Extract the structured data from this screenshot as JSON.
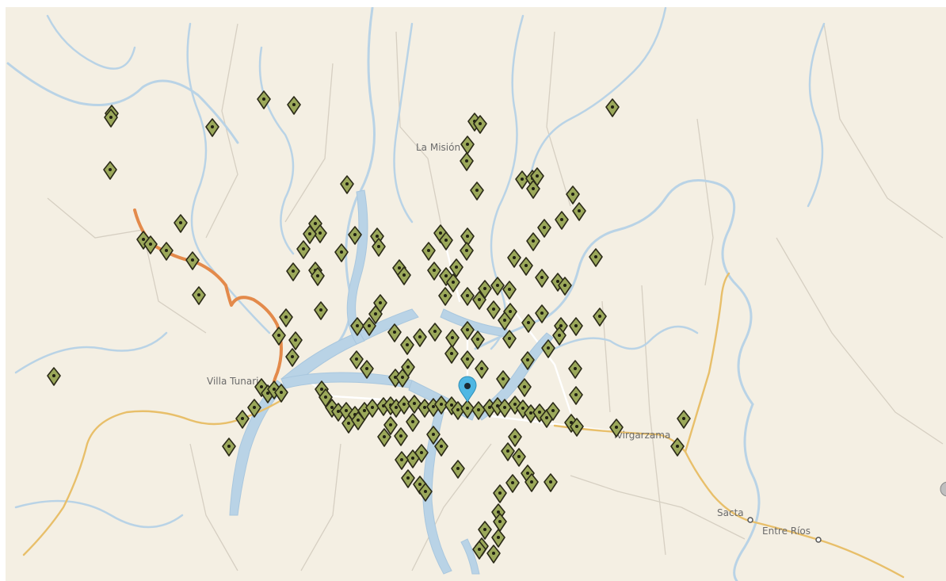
{
  "map": {
    "place_labels": [
      "La Misión",
      "Villa Tunari",
      "Ivirgarzama",
      "Sacta",
      "Entre Ríos"
    ]
  },
  "colors": {
    "land": "#f4efe3",
    "river": "#b9d3e6",
    "river_outline": "#a9c7de",
    "primary_road": "#e38a4b",
    "secondary_road": "#e8bf6a",
    "minor_road": "#ffffff",
    "track": "#d6cfc2",
    "marker_fill": "#9ba85a",
    "marker_stroke": "#2b2a18",
    "marker_dot": "#1f1f12",
    "selected_marker": "#4fb7e3",
    "label_text": "#6b6b6b"
  },
  "icons": {
    "marker": "map-pin-icon",
    "selected_marker": "selected-location-icon",
    "town": "town-dot-icon"
  }
}
